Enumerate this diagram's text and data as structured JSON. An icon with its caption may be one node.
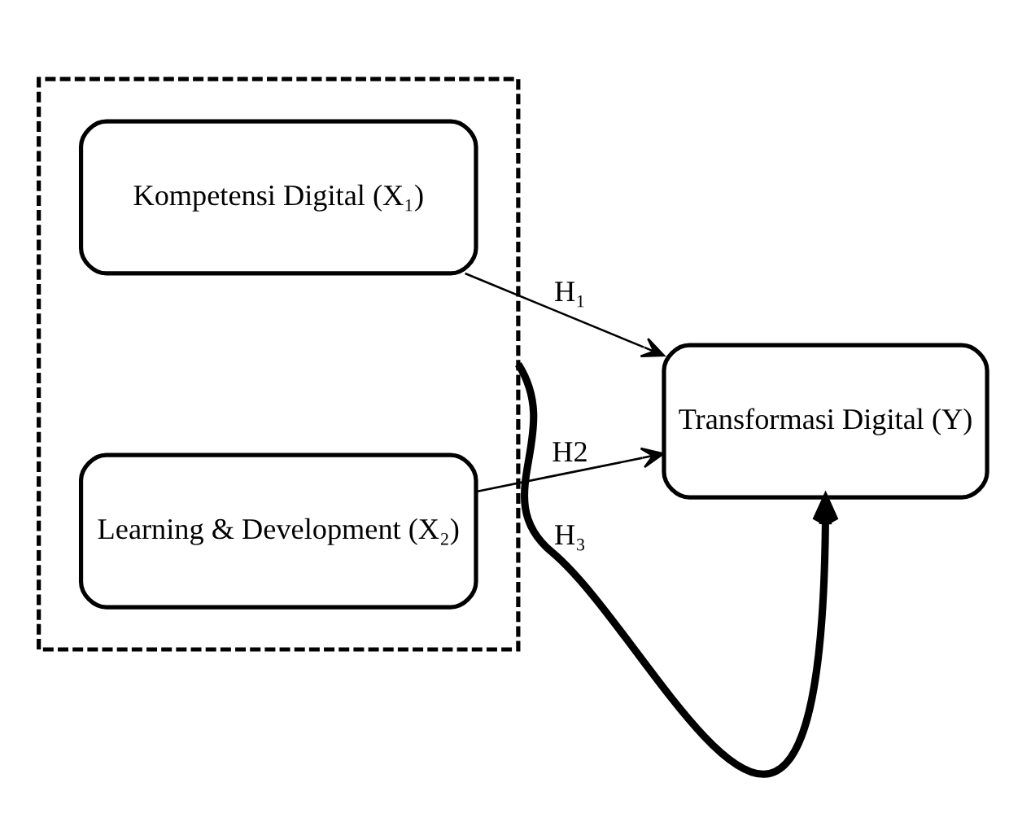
{
  "diagram": {
    "nodes": [
      {
        "text": [],
        "shape": "box"
      },
      {
        "text": [
          "Kompetensi Digital (X₁)"
        ],
        "in": 0
      },
      {
        "text": [
          "Learning & Development (X₂)"
        ],
        "in": 0
      },
      {
        "text": [
          "Transformasi Digital (Y)"
        ]
      }
    ],
    "edges": [
      {
        "from": 1,
        "to": 3,
        "arrow": "to",
        "label": "H₁"
      },
      {
        "from": 2,
        "to": 3,
        "arrow": "to",
        "label": "H2"
      },
      {
        "from": 0,
        "to": 3,
        "arrow": "to",
        "label": "H₃",
        "style": "thick"
      }
    ]
  }
}
